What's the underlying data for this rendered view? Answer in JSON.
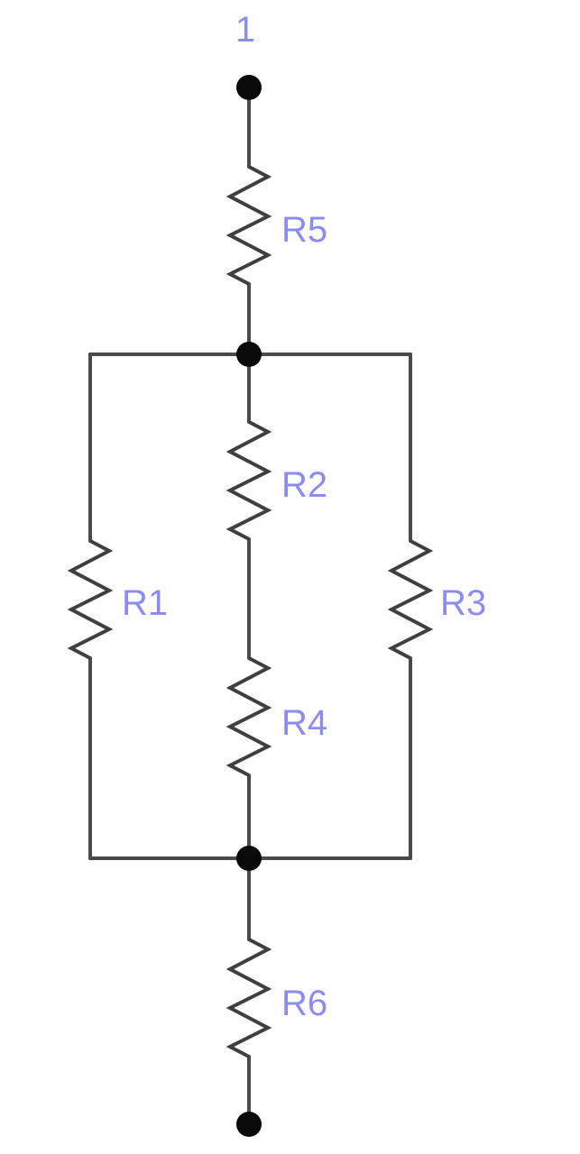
{
  "terminal": {
    "label": "1"
  },
  "resistors": {
    "r1": {
      "label": "R1"
    },
    "r2": {
      "label": "R2"
    },
    "r3": {
      "label": "R3"
    },
    "r4": {
      "label": "R4"
    },
    "r5": {
      "label": "R5"
    },
    "r6": {
      "label": "R6"
    }
  },
  "colors": {
    "wire": "#4a4a4a",
    "label": "#8c8cf0",
    "node": "#0a0a0a"
  }
}
